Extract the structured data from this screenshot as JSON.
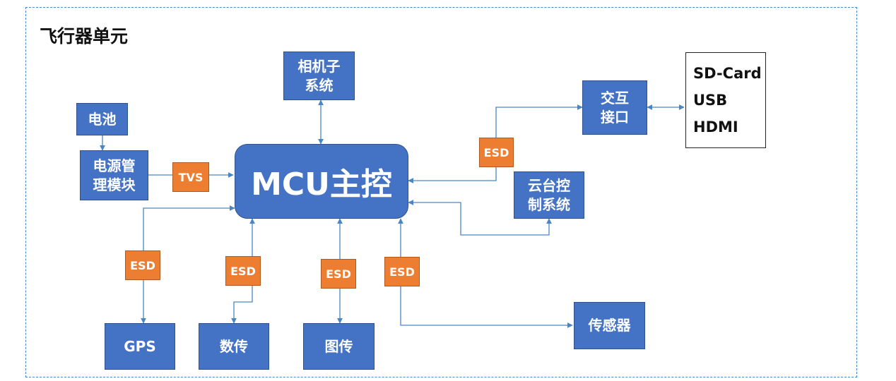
{
  "title": "飞行器单元",
  "blocks": {
    "mcu": "MCU主控",
    "camera": "相机子\n系统",
    "battery": "电池",
    "power": "电源管\n理模块",
    "interface": "交互\n接口",
    "gimbal": "云台控\n制系统",
    "gps": "GPS",
    "datalink": "数传",
    "video": "图传",
    "sensor": "传感器"
  },
  "protection": {
    "tvs": "TVS",
    "esd": "ESD"
  },
  "ports": [
    "SD-Card",
    "USB",
    "HDMI"
  ],
  "colors": {
    "block": "#4472c4",
    "protection": "#ed7d31",
    "connector": "#4a86c5"
  }
}
